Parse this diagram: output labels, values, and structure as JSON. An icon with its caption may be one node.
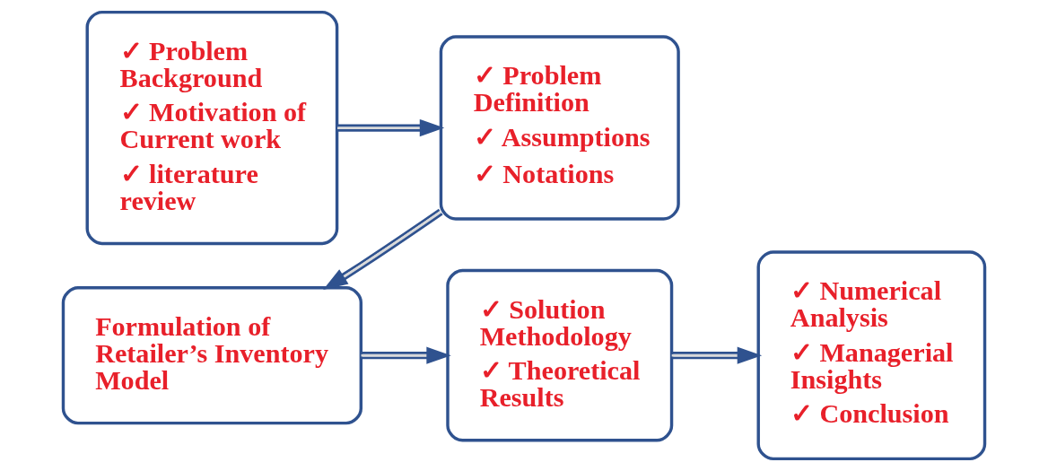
{
  "diagram": {
    "nodes": [
      {
        "text": [
          "✓ Problem Background",
          "✓ Motivation of Current work",
          "✓ literature review"
        ]
      },
      {
        "text": [
          "✓ Problem Definition",
          "✓ Assumptions",
          "✓ Notations"
        ]
      },
      {
        "text": [
          "✓ Numerical Analysis",
          "✓ Managerial Insights",
          "✓ Conclusion"
        ]
      },
      {
        "text": [
          "Formulation of Retailer’s Inventory Model"
        ]
      },
      {
        "text": [
          "✓ Solution Methodology",
          "✓ Theoretical Results"
        ]
      }
    ],
    "edges": [
      {
        "from": 0,
        "to": 1,
        "arrow": "to"
      },
      {
        "from": 1,
        "to": 3,
        "arrow": "to"
      },
      {
        "from": 3,
        "to": 4,
        "arrow": "to"
      },
      {
        "from": 4,
        "to": 2,
        "arrow": "to"
      }
    ]
  }
}
